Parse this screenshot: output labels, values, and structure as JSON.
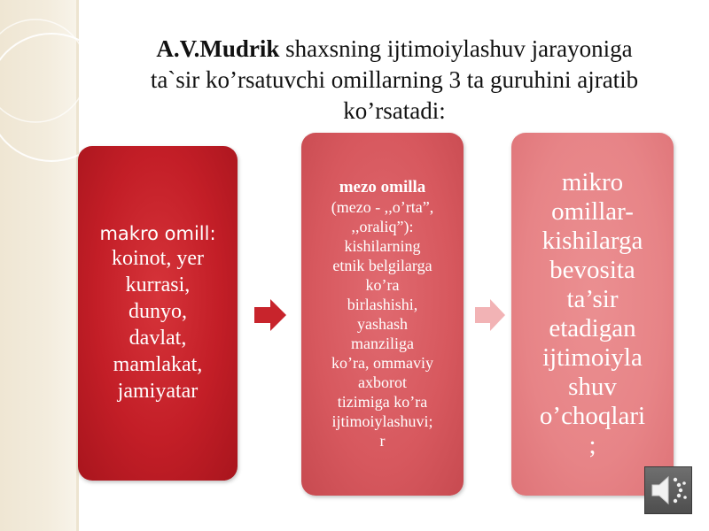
{
  "title": {
    "bold": "A.V.Mudrik",
    "line1_rest": " shaxsning ijtimoiylashuv jarayoniga",
    "line2": "ta`sir ko’rsatuvchi omillarning 3 ta guruhini ajratib",
    "line3": "ko’rsatadi:"
  },
  "boxes": {
    "macro": {
      "heading": "makro omill:",
      "lines": [
        "koinot, yer",
        "kurrasi,",
        "dunyo,",
        "davlat,",
        "mamlakat,",
        "jamiyatar"
      ]
    },
    "meso": {
      "heading": "mezo omilla",
      "lines": [
        "(mezo - ,,o’rta”,",
        ",,oraliq”):",
        "kishilarning",
        "etnik belgilarga",
        "ko’ra",
        "birlashishi,",
        "yashash",
        "manziliga",
        "ko’ra, ommaviy",
        "axborot",
        "tizimiga ko’ra",
        "ijtimoiylashuvi;",
        "r"
      ]
    },
    "micro": {
      "lines": [
        "mikro",
        "omillar-",
        "kishilarga",
        "bevosita",
        "ta’sir",
        "etadigan",
        "ijtimoiyla",
        "shuv",
        "o’choqlari",
        ";"
      ]
    }
  },
  "icons": {
    "arrow1": "right-arrow-icon",
    "arrow2": "right-arrow-icon",
    "sound": "speaker-icon"
  },
  "colors": {
    "macro_box": "#c31e27",
    "meso_box": "#d7585e",
    "micro_box": "#e78487",
    "arrow1": "#c8242c",
    "arrow2": "#f2b3b5",
    "left_strip": "#f1e9d8"
  }
}
